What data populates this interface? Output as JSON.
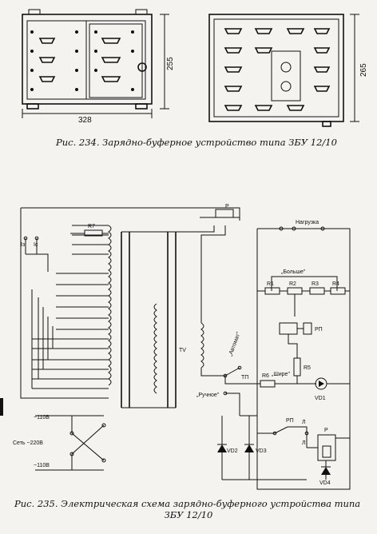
{
  "figure234": {
    "caption": "Рис. 234. Зарядно-буферное устройство типа ЗБУ 12/10",
    "dim_width": "328",
    "dim_height_front": "255",
    "dim_height_side": "265"
  },
  "figure235": {
    "caption_line1": "Рис. 235. Электрическая схема зарядно-буферного устройства типа",
    "caption_line2": "ЗБУ 12/10",
    "labels": {
      "r7": "R7",
      "r1": "R1",
      "r2": "R2",
      "r3": "R3",
      "r4": "R4",
      "r5": "R5",
      "r6": "R6",
      "tv": "TV",
      "tp": "ТП",
      "rp": "РП",
      "rp2": "РП",
      "p": "Р",
      "p2": "Р",
      "vd1": "VD1",
      "vd2": "VD2",
      "vd3": "VD3",
      "vd4": "VD4",
      "bolshe": "„Больше\"",
      "shire": "„Шире\"",
      "avtomat": "„Автомат\"",
      "ruchnoe": "„Ручное\"",
      "nagruzka": "Нагрузка",
      "l1": "Л",
      "l2": "Л",
      "v110a": "~110В",
      "v220": "Сеть ~220В",
      "v110b": "~110В",
      "i_s": "Iз",
      "i_c": "Iс"
    }
  }
}
